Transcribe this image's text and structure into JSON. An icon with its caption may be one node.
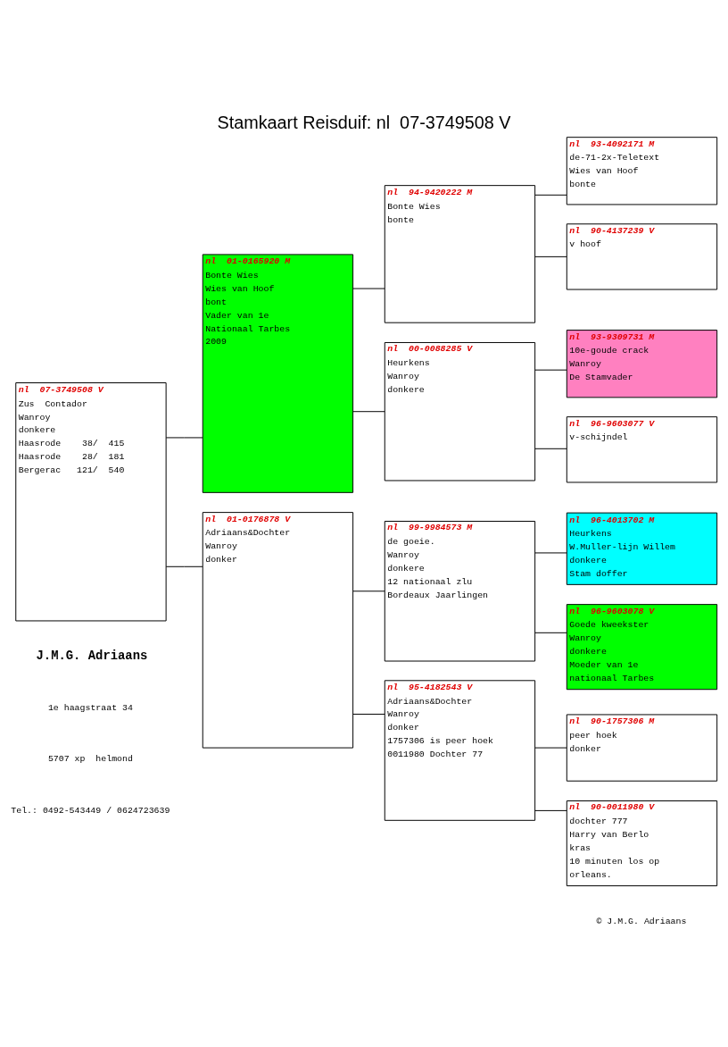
{
  "diagram": {
    "title": "Stamkaart Reisduif: nl  07-3749508 V",
    "nodes": [
      {
        "text": [
          "nl  07-3749508 V",
          "Zus  Contador",
          "Wanroy",
          "donkere",
          "Haasrode    38/  415",
          "Haasrode    28/  181",
          "Bergerac   121/  540"
        ]
      },
      {
        "text": [
          "nl  01-0165920 M",
          "Bonte Wies",
          "Wies van Hoof",
          "bont",
          "Vader van 1e",
          "Nationaal Tarbes",
          "2009"
        ]
      },
      {
        "text": [
          "nl  01-0176878 V",
          "Adriaans&Dochter",
          "Wanroy",
          "donker"
        ]
      },
      {
        "text": [
          "nl  94-9420222 M",
          "Bonte Wies",
          "bonte"
        ]
      },
      {
        "text": [
          "nl  00-0088285 V",
          "Heurkens",
          "Wanroy",
          "donkere"
        ]
      },
      {
        "text": [
          "nl  99-9984573 M",
          "de goeie.",
          "Wanroy",
          "donkere",
          "12 nationaal zlu",
          "Bordeaux Jaarlingen"
        ]
      },
      {
        "text": [
          "nl  95-4182543 V",
          "Adriaans&Dochter",
          "Wanroy",
          "donker",
          "1757306 is peer hoek",
          "0011980 Dochter 77"
        ]
      },
      {
        "text": [
          "nl  93-4092171 M",
          "de-71-2x-Teletext",
          "Wies van Hoof",
          "bonte"
        ]
      },
      {
        "text": [
          "nl  90-4137239 V",
          "v hoof"
        ]
      },
      {
        "text": [
          "nl  93-9309731 M",
          "10e-goude crack",
          "Wanroy",
          "De Stamvader"
        ]
      },
      {
        "text": [
          "nl  96-9603077 V",
          "v-schijndel"
        ]
      },
      {
        "text": [
          "nl  96-4013702 M",
          "Heurkens",
          "W.Muller-lijn Willem",
          "donkere",
          "Stam doffer"
        ]
      },
      {
        "text": [
          "nl  96-9603078 V",
          "Goede kweekster",
          "Wanroy",
          "donkere",
          "Moeder van 1e",
          "nationaal Tarbes"
        ]
      },
      {
        "text": [
          "nl  90-1757306 M",
          "peer hoek",
          "donker"
        ]
      },
      {
        "text": [
          "nl  90-0011980 V",
          "dochter 777",
          "Harry van Berlo",
          "kras",
          "10 minuten los op",
          "orleans."
        ]
      }
    ],
    "edges": [
      {
        "from": 0,
        "to": 1,
        "arrow": "none"
      },
      {
        "from": 0,
        "to": 2,
        "arrow": "none"
      },
      {
        "from": 1,
        "to": 3,
        "arrow": "none"
      },
      {
        "from": 1,
        "to": 4,
        "arrow": "none"
      },
      {
        "from": 2,
        "to": 5,
        "arrow": "none"
      },
      {
        "from": 2,
        "to": 6,
        "arrow": "none"
      },
      {
        "from": 3,
        "to": 7,
        "arrow": "none"
      },
      {
        "from": 3,
        "to": 8,
        "arrow": "none"
      },
      {
        "from": 4,
        "to": 9,
        "arrow": "none"
      },
      {
        "from": 4,
        "to": 10,
        "arrow": "none"
      },
      {
        "from": 5,
        "to": 11,
        "arrow": "none"
      },
      {
        "from": 5,
        "to": 12,
        "arrow": "none"
      },
      {
        "from": 6,
        "to": 13,
        "arrow": "none"
      },
      {
        "from": 6,
        "to": 14,
        "arrow": "none"
      }
    ],
    "labels": [
      "J.M.G. Adriaans",
      "1e haagstraat 34",
      "5707 xp  helmond",
      "Tel.: 0492-543449 / 0624723639",
      "© J.M.G. Adriaans"
    ]
  }
}
